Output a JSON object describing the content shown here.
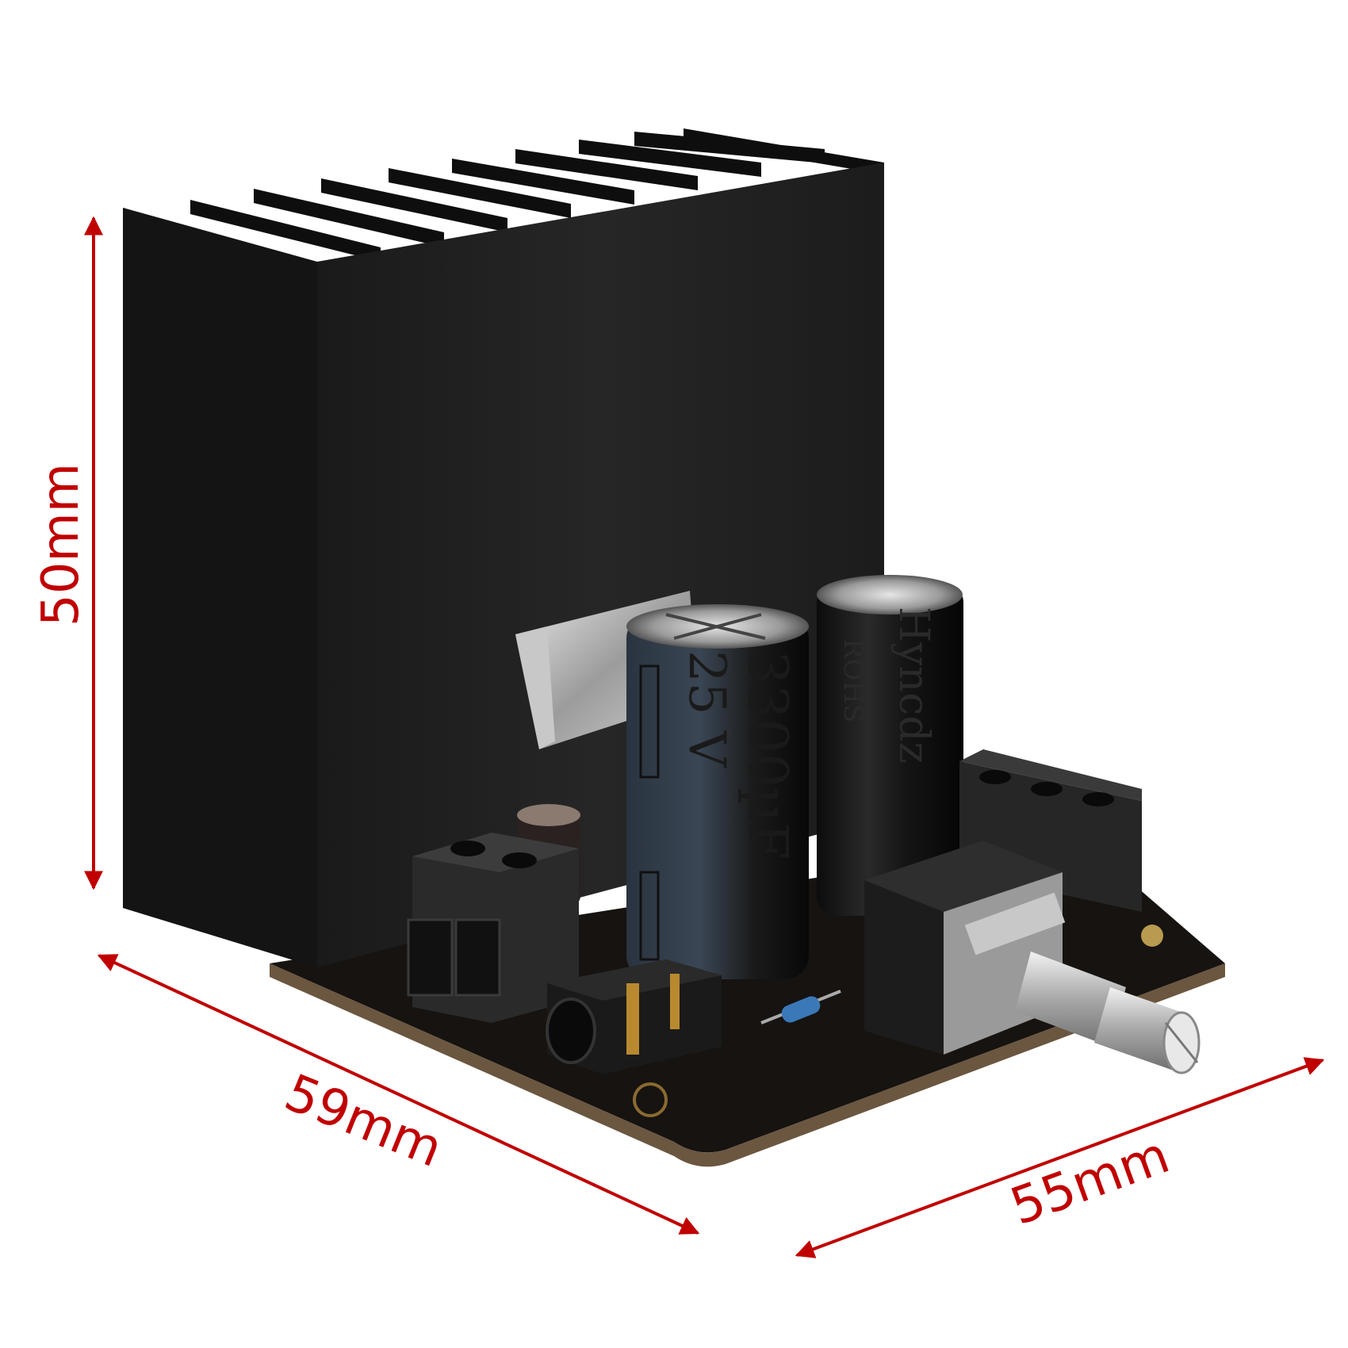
{
  "dimensions": {
    "height": {
      "label": "50mm"
    },
    "width": {
      "label": "59mm"
    },
    "depth": {
      "label": "55mm"
    }
  },
  "capacitor_left": {
    "label_line1": "3300µF",
    "label_line2": "25  V"
  },
  "capacitor_right": {
    "label_line1": "Hyncdz",
    "label_line2": "ROHS"
  },
  "colors": {
    "dimension_arrow": "#c00000",
    "heatsink": "#1e1e1e",
    "pcb": "#141210",
    "terminal": "#2a2a2a",
    "capacitor": "#151515",
    "potentiometer_shaft": "#c8c8c8"
  }
}
